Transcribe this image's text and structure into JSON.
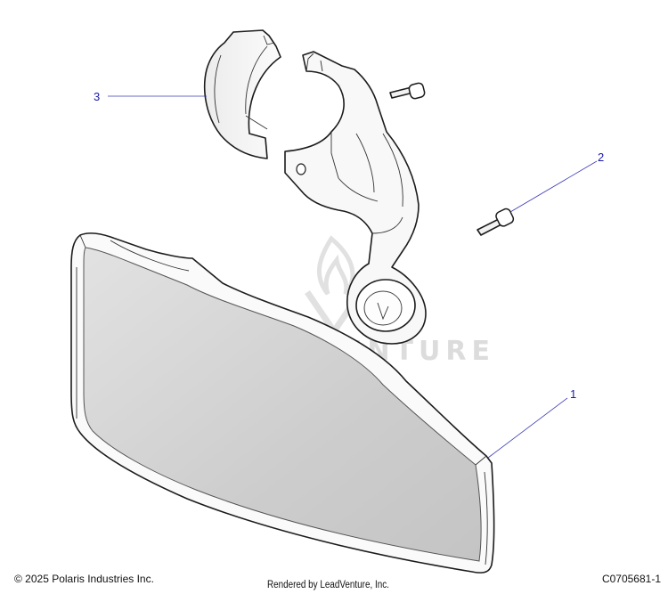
{
  "callouts": {
    "part1": "1",
    "part2": "2",
    "part3": "3"
  },
  "watermark": {
    "brand": "LEADVENTURE"
  },
  "footer": {
    "copyright": "© 2025 Polaris Industries Inc.",
    "rendered_by": "Rendered by LeadVenture, Inc.",
    "drawing_id": "C0705681-1"
  },
  "colors": {
    "callout": "#1a1aa6",
    "mirror_glass": "#d0d0d0",
    "part_fill": "#f7f7f7",
    "watermark": "#d9d9d9"
  }
}
